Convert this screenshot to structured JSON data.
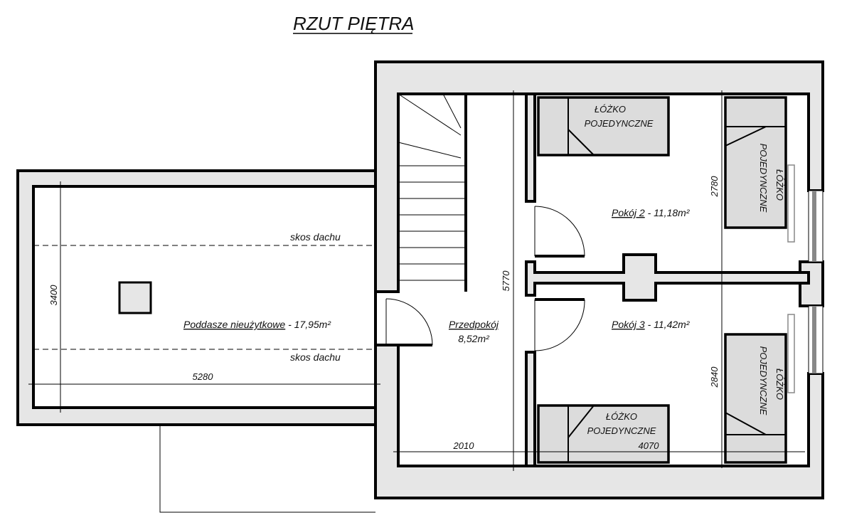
{
  "title": "RZUT PIĘTRA",
  "rooms": {
    "attic_name": "Poddasze nieużytkowe",
    "attic_area": " - 17,95m²",
    "hall_name": "Przedpokój",
    "hall_area": "8,52m²",
    "room2_name": "Pokój 2",
    "room2_area": " - 11,18m²",
    "room3_name": "Pokój 3",
    "room3_area": " - 11,42m²"
  },
  "labels": {
    "roof_slope_1": "skos dachu",
    "roof_slope_2": "skos dachu",
    "bed_line1": "ŁÓŻKO",
    "bed_line2": "POJEDYNCZNE"
  },
  "dimensions": {
    "attic_depth": "3400",
    "attic_length": "5280",
    "hall_length": "5770",
    "hall_width": "2010",
    "rooms_width": "4070",
    "room2_depth": "2780",
    "room3_depth": "2840"
  },
  "colors": {
    "wall_fill": "#e6e6e6",
    "bed_fill": "#dcdcdc"
  }
}
